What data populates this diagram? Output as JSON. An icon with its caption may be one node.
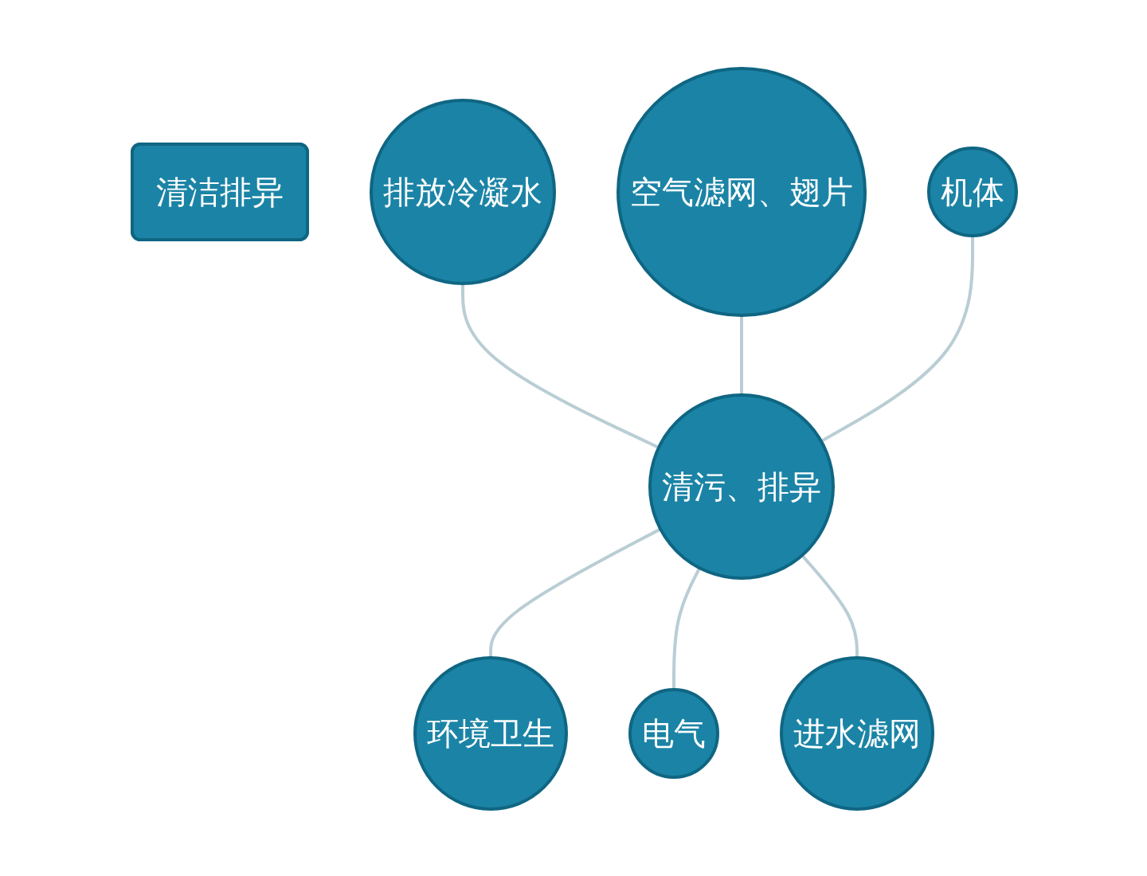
{
  "diagram": {
    "nodes": [
      {
        "text": [
          "清洁排异"
        ]
      },
      {
        "text": [
          "清污、排异"
        ]
      },
      {
        "text": [
          "空气滤网、翅片"
        ]
      },
      {
        "text": [
          "机体"
        ]
      },
      {
        "text": [
          "进水滤网"
        ]
      },
      {
        "text": [
          "电气"
        ]
      },
      {
        "text": [
          "环境卫生"
        ]
      },
      {
        "text": [
          "排放冷凝水"
        ]
      }
    ],
    "edges": [
      {
        "from": 7,
        "to": 1,
        "arrow": "none"
      },
      {
        "from": 2,
        "to": 1,
        "arrow": "none"
      },
      {
        "from": 3,
        "to": 1,
        "arrow": "none"
      },
      {
        "from": 1,
        "to": 6,
        "arrow": "none"
      },
      {
        "from": 1,
        "to": 5,
        "arrow": "none"
      },
      {
        "from": 1,
        "to": 4,
        "arrow": "none"
      }
    ]
  }
}
